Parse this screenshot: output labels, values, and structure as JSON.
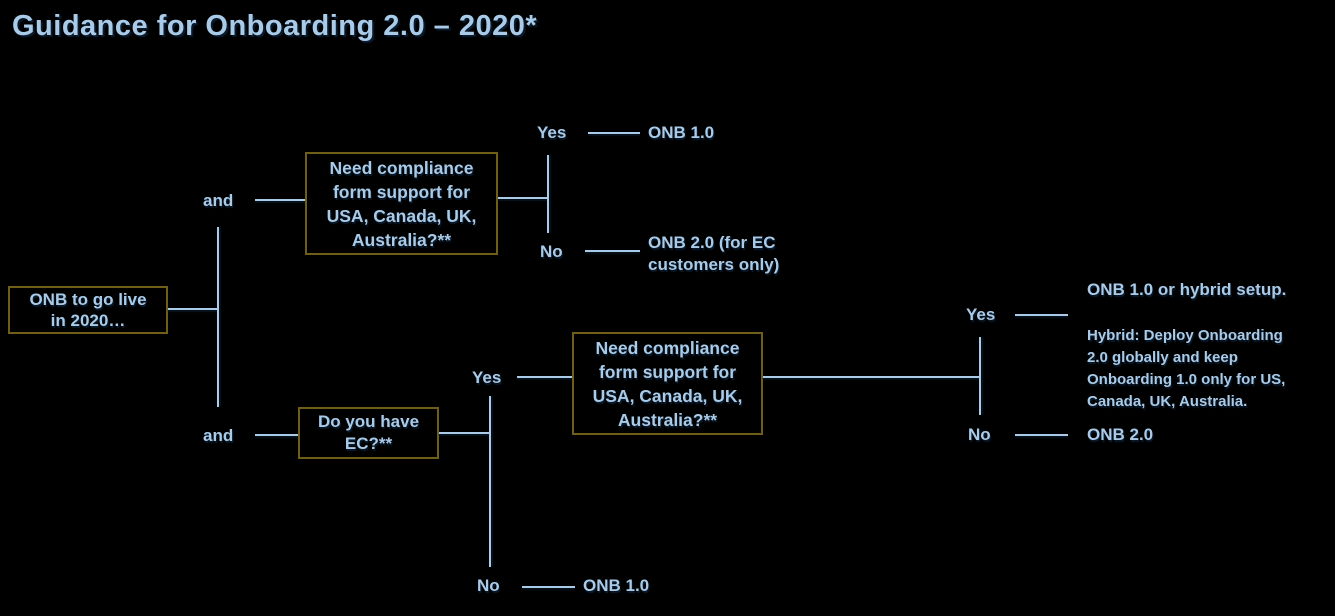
{
  "title": "Guidance for Onboarding 2.0 – 2020*",
  "colors": {
    "background": "#000000",
    "text": "#a9cbe8",
    "line": "#a9cbe8",
    "box_border": "#6e5e18"
  },
  "root": {
    "label": "ONB to go live\nin 2020…"
  },
  "top_branch": {
    "and_label": "and",
    "question": "Need compliance\nform support for\nUSA, Canada, UK,\nAustralia?**",
    "yes_label": "Yes",
    "yes_outcome": "ONB 1.0",
    "no_label": "No",
    "no_outcome": "ONB 2.0 (for EC\ncustomers only)"
  },
  "bottom_branch": {
    "and_label": "and",
    "question": "Do you have\nEC?**",
    "yes_label": "Yes",
    "no_label": "No",
    "no_outcome": "ONB 1.0",
    "compliance": {
      "question": "Need compliance\nform support for\nUSA, Canada, UK,\nAustralia?**",
      "yes_label": "Yes",
      "yes_outcome_headline": "ONB 1.0 or hybrid setup.",
      "yes_outcome_detail": "Hybrid: Deploy Onboarding\n2.0 globally and keep\nOnboarding 1.0 only for US,\nCanada, UK, Australia.",
      "no_label": "No",
      "no_outcome": "ONB 2.0"
    }
  }
}
